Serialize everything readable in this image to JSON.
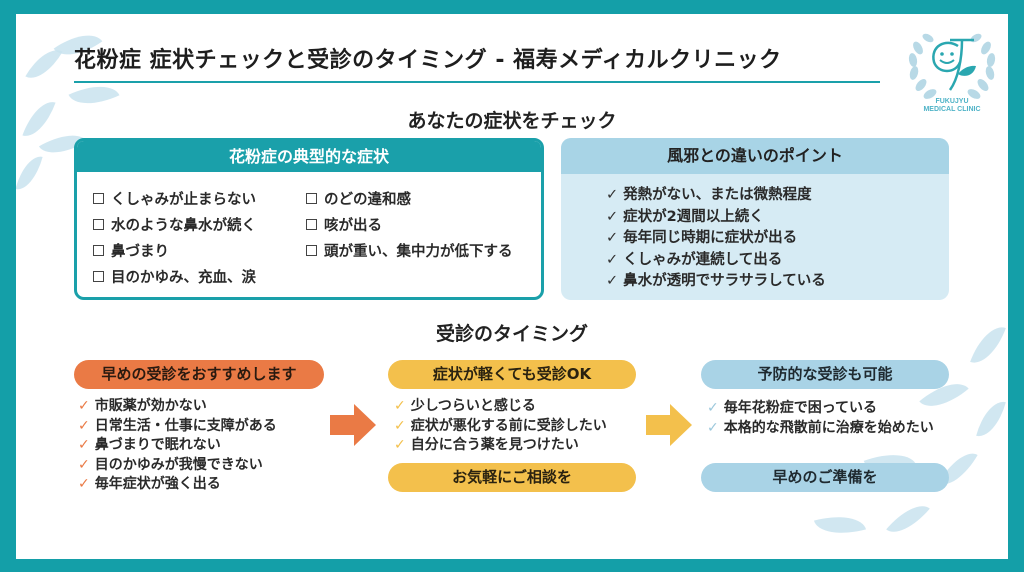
{
  "header": {
    "title": "花粉症 症状チェックと受診のタイミング - 福寿メディカルクリニック",
    "logo": {
      "name": "FUKUJYU",
      "subtitle": "MEDICAL CLINIC",
      "icon": "smile-leaf-laurel-icon"
    }
  },
  "colors": {
    "frame": "#149fa8",
    "teal": "#1aa0aa",
    "light_blue": "#a9d3e6",
    "orange": "#ea7a45",
    "yellow": "#f3c04c",
    "leaf": "#c9e3ef"
  },
  "check_section": {
    "heading": "あなたの症状をチェック",
    "typical_symptoms": {
      "title": "花粉症の典型的な症状",
      "left_items": [
        "くしゃみが止まらない",
        "水のような鼻水が続く",
        "鼻づまり",
        "目のかゆみ、充血、涙"
      ],
      "right_items": [
        "のどの違和感",
        "咳が出る",
        "頭が重い、集中力が低下する"
      ]
    },
    "cold_difference": {
      "title": "風邪との違いのポイント",
      "check_mark": "✓",
      "items": [
        "発熱がない、または微熱程度",
        "症状が2週間以上続く",
        "毎年同じ時期に症状が出る",
        "くしゃみが連続して出る",
        "鼻水が透明でサラサラしている"
      ]
    }
  },
  "timing_section": {
    "heading": "受診のタイミング",
    "columns": [
      {
        "title": "早めの受診をおすすめします",
        "items": [
          "市販薬が効かない",
          "日常生活・仕事に支障がある",
          "鼻づまりで眠れない",
          "目のかゆみが我慢できない",
          "毎年症状が強く出る"
        ],
        "footer": null
      },
      {
        "title": "症状が軽くても受診OK",
        "items": [
          "少しつらいと感じる",
          "症状が悪化する前に受診したい",
          "自分に合う薬を見つけたい"
        ],
        "footer": "お気軽にご相談を"
      },
      {
        "title": "予防的な受診も可能",
        "items": [
          "毎年花粉症で困っている",
          "本格的な飛散前に治療を始めたい"
        ],
        "footer": "早めのご準備を"
      }
    ]
  }
}
